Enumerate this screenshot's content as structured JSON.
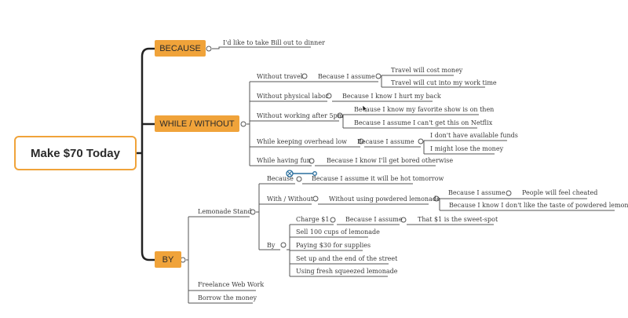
{
  "root": {
    "label": "Make $70 Today"
  },
  "branches": {
    "because": {
      "label": "BECAUSE"
    },
    "while_without": {
      "label": "WHILE / WITHOUT"
    },
    "by": {
      "label": "BY"
    }
  },
  "because_items": [
    "I'd like to take Bill out to dinner"
  ],
  "while_items": {
    "without_travel": "Without travel",
    "wt_because": "Because I assume",
    "wt_c1": "Travel will cost money",
    "wt_c2": "Travel will cut into my work time",
    "without_labor": "Without physical labor",
    "wl_because": "Because I know I hurt my back",
    "without_after5": "Without working after 5pm",
    "wa_c1": "Because I know my favorite show is on then",
    "wa_c2": "Because I assume I can't get this on Netflix",
    "overhead": "While keeping overhead low",
    "oh_because": "Because I assume",
    "oh_c1": "I don't have available funds",
    "oh_c2": "I might lose the money",
    "fun": "While having fun",
    "fun_because": "Because I know I'll get bored otherwise"
  },
  "by_items": {
    "lemonade": "Lemonade Stand",
    "l_because": "Because",
    "l_because_c": "Because I assume it will be hot tomorrow",
    "with_without": "With / Without",
    "ww_c": "Without using powdered lemonade",
    "ww_because": "Because I assume",
    "ww_because_c": "People will feel cheated",
    "ww_know": "Because I know I don't like the taste of powdered lemonade",
    "by": "By",
    "charge": "Charge $1",
    "charge_because": "Because I assume",
    "charge_c": "That $1 is the sweet-spot",
    "sell": "Sell 100 cups of lemonade",
    "paying": "Paying $30 for supplies",
    "setup": "Set up and the end of the street",
    "fresh": "Using fresh squeezed lemonade",
    "freelance": "Freelance Web Work",
    "borrow": "Borrow the money"
  },
  "colors": {
    "accent": "#f0a33a",
    "line": "#555555",
    "selected": "#2a6f9e"
  }
}
